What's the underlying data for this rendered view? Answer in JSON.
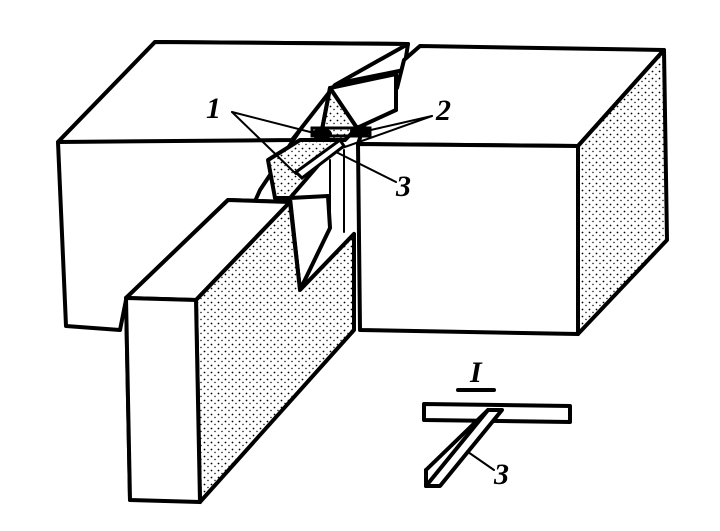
{
  "labels": {
    "callout_1": "1",
    "callout_2": "2",
    "callout_3": "3",
    "detail_title": "I",
    "detail_callout_3": "3"
  },
  "colors": {
    "ink": "#000000",
    "paper": "#ffffff"
  }
}
